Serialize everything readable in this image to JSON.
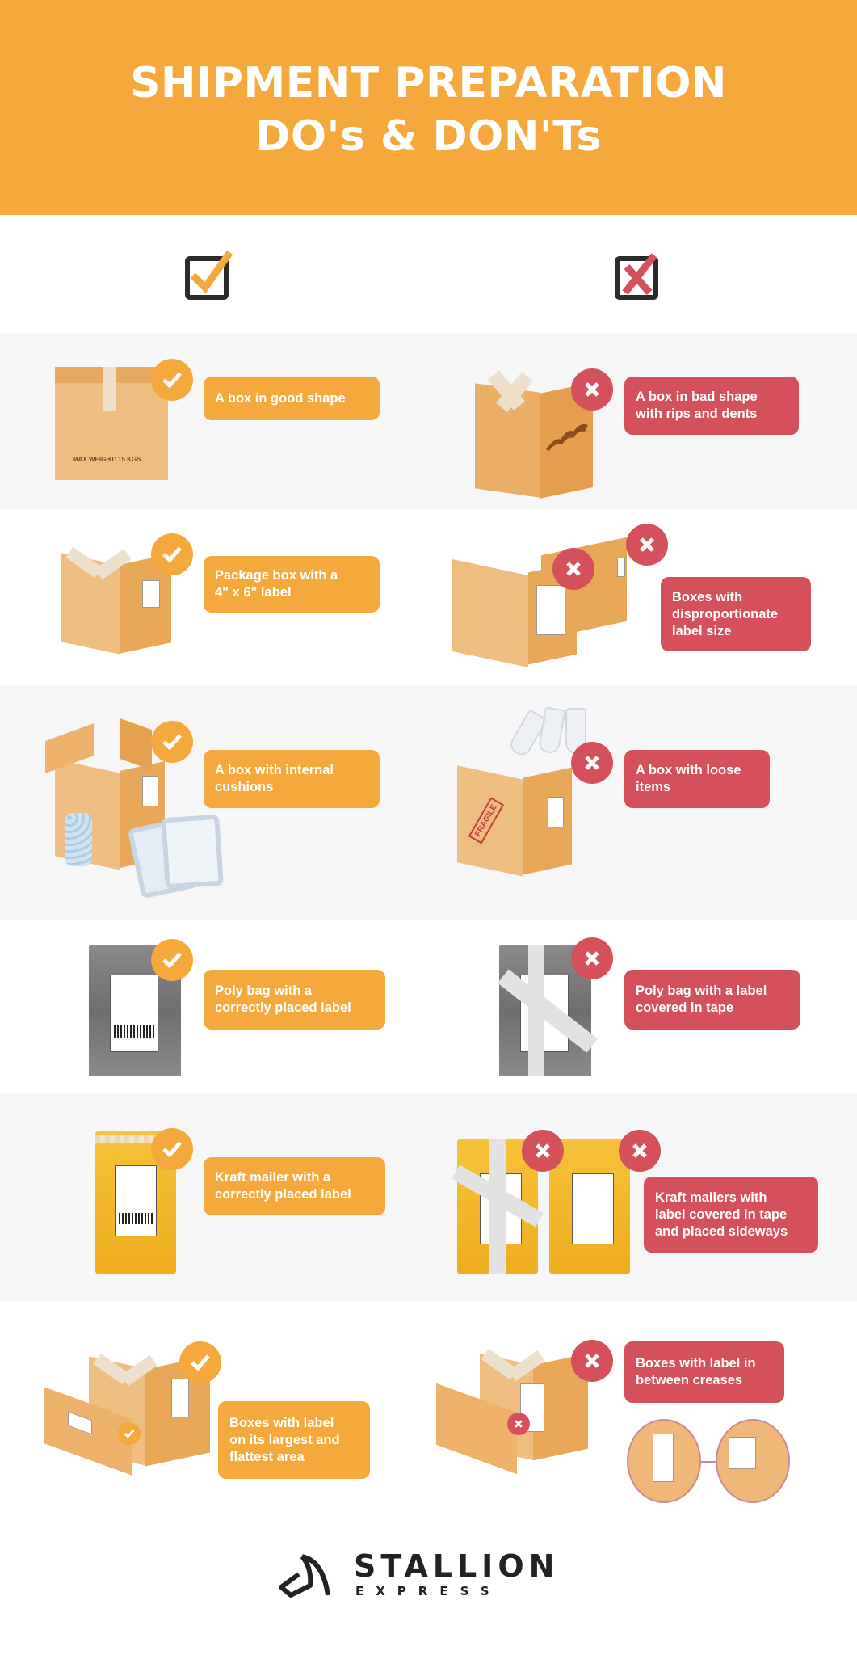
{
  "header": {
    "title_line1": "SHIPMENT PREPARATION",
    "title_line2": "DO's & DON'Ts"
  },
  "legend": {
    "do_icon": "checkbox-checked-icon",
    "dont_icon": "checkbox-crossed-icon"
  },
  "colors": {
    "accent_orange": "#f5a83b",
    "accent_red": "#d4515c",
    "band_grey": "#f6f6f6",
    "icon_dark": "#2b2b2b"
  },
  "rows": [
    {
      "do": {
        "caption": "A box in good shape",
        "illustration_text": "MAX WEIGHT: 15 KGS."
      },
      "dont": {
        "caption": "A box in bad shape\nwith rips and dents"
      }
    },
    {
      "do": {
        "caption": "Package box with a\n4\" x 6\" label"
      },
      "dont": {
        "caption": "Boxes with\ndisproportionate\nlabel size"
      }
    },
    {
      "do": {
        "caption": "A box with internal\ncushions"
      },
      "dont": {
        "caption": "A box with loose\nitems",
        "illustration_text": "FRAGILE"
      }
    },
    {
      "do": {
        "caption": "Poly bag with a\ncorrectly placed label"
      },
      "dont": {
        "caption": "Poly bag with a label\ncovered in tape"
      }
    },
    {
      "do": {
        "caption": "Kraft mailer with a\ncorrectly placed label"
      },
      "dont": {
        "caption": "Kraft mailers with\nlabel covered in tape\nand placed sideways"
      }
    },
    {
      "do": {
        "caption": "Boxes with label\non its largest and\nflattest area"
      },
      "dont": {
        "caption": "Boxes with label in\nbetween creases"
      }
    }
  ],
  "footer": {
    "brand_main": "STALLION",
    "brand_sub": "EXPRESS"
  }
}
